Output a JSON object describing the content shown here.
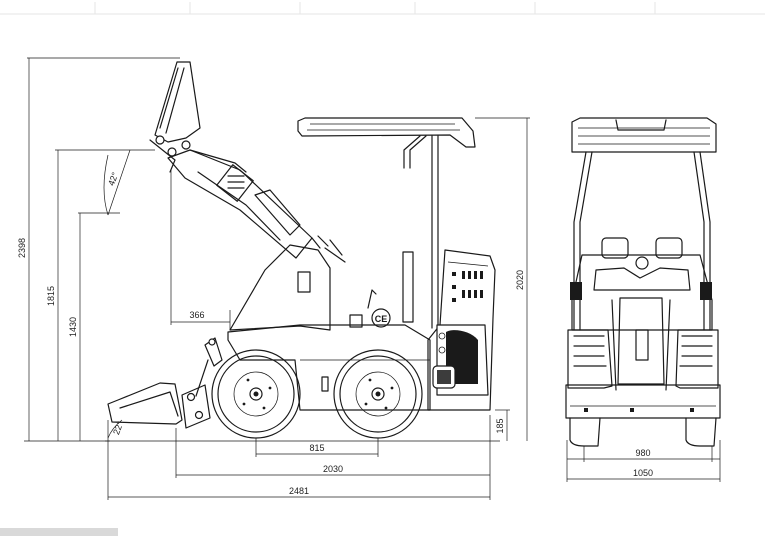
{
  "dimensions": {
    "overall_height": "2398",
    "hinge_pin_height": "1815",
    "dump_height": "1430",
    "dump_reach": "366",
    "canopy_height": "2020",
    "ground_clearance": "185",
    "wheelbase": "815",
    "length_without_bucket": "2030",
    "overall_length": "2481",
    "track_width": "980",
    "overall_width": "1050",
    "dump_angle": "42°",
    "rollback_angle": "22°"
  },
  "colors": {
    "line": "#1a1a1a",
    "background": "#ffffff"
  }
}
